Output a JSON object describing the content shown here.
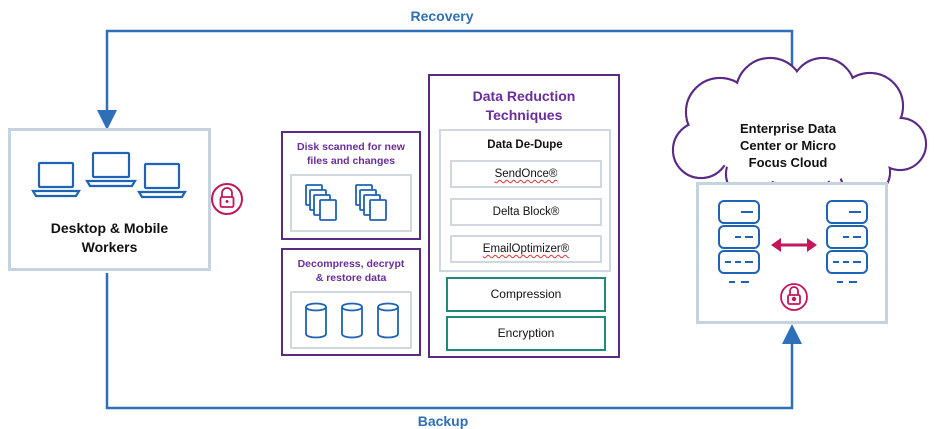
{
  "flows": {
    "recovery_label": "Recovery",
    "backup_label": "Backup"
  },
  "workers": {
    "label_line1": "Desktop & Mobile",
    "label_line2": "Workers"
  },
  "scan_box": {
    "title_line1": "Disk scanned for new",
    "title_line2": "files and changes"
  },
  "restore_box": {
    "title_line1": "Decompress, decrypt",
    "title_line2": "& restore data"
  },
  "data_reduction": {
    "title_line1": "Data Reduction",
    "title_line2": "Techniques",
    "dedupe_title": "Data De-Dupe",
    "dedupe_items": [
      "SendOnce®",
      "Delta Block®",
      "EmailOptimizer®"
    ],
    "other_items": [
      "Compression",
      "Encryption"
    ]
  },
  "destination": {
    "label_line1": "Enterprise Data",
    "label_line2": "Center or Micro",
    "label_line3": "Focus Cloud"
  },
  "colors": {
    "flow_blue": "#2f6fb7",
    "purple": "#5b2a86",
    "teal": "#1f8a78",
    "lock_pink": "#c2185b",
    "device_blue": "#1f63b5"
  },
  "icons": [
    "laptop-icon",
    "padlock-icon",
    "file-stack-icon",
    "database-icon",
    "cloud-icon",
    "server-icon",
    "double-arrow-icon"
  ]
}
